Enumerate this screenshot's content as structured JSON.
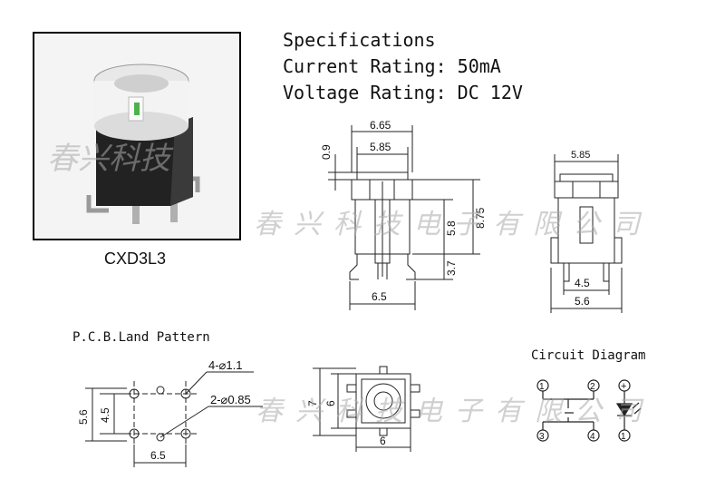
{
  "specs": {
    "title": "Specifications",
    "current": "Current Rating: 50mA",
    "voltage": "Voltage Rating: DC 12V"
  },
  "photo": {
    "caption": "CXD3L3",
    "watermark": "春兴科技"
  },
  "watermark_text": "春兴科技电子有限公司",
  "front_view": {
    "dims": [
      "6.65",
      "5.85",
      "0.9",
      "8.75",
      "5.8",
      "3.7",
      "6.5"
    ]
  },
  "side_view": {
    "dims": [
      "5.85",
      "4.5",
      "5.6"
    ]
  },
  "pcb": {
    "title": "P.C.B.Land Pattern",
    "hole_large": "4-⌀1.1",
    "hole_small": "2-⌀0.85",
    "dims": [
      "5.6",
      "4.5",
      "6.5"
    ]
  },
  "top_view": {
    "dims": [
      "7",
      "6",
      "6"
    ]
  },
  "circuit": {
    "title": "Circuit Diagram",
    "pins": [
      "1",
      "2",
      "3",
      "4",
      "+",
      "1"
    ]
  }
}
